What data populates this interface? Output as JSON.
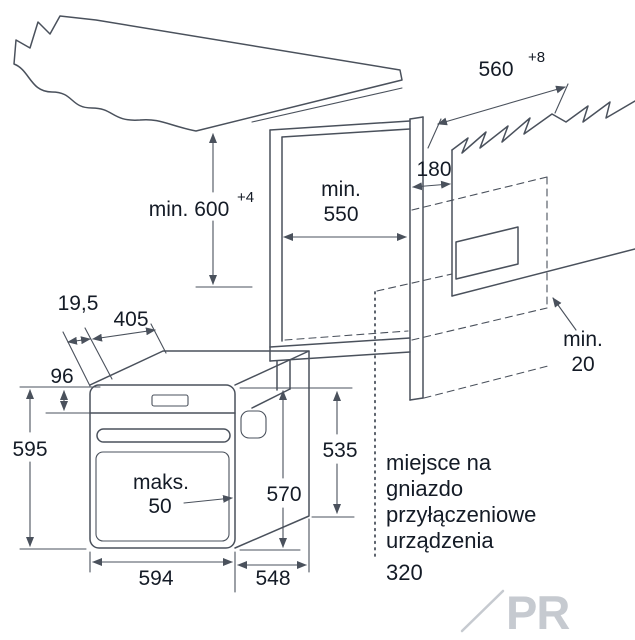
{
  "colors": {
    "line": "#4a515c",
    "text": "#141b26",
    "watermark": "#c6cad0"
  },
  "top_section": {
    "niche_width": {
      "value": "560",
      "tolerance": "+8"
    },
    "niche_height": {
      "value": "min. 600",
      "tolerance": "+4"
    },
    "niche_depth": {
      "word": "min.",
      "value": "550"
    },
    "socket_zone_offset": "180",
    "rear_gap": {
      "word": "min.",
      "value": "20"
    }
  },
  "oven_section": {
    "front_overhang": "19,5",
    "top_depth": "405",
    "panel_height": "96",
    "height": "595",
    "rear_height": "535",
    "front_height": "570",
    "width": "594",
    "depth": "548",
    "door_projection": {
      "word": "maks.",
      "value": "50"
    }
  },
  "note": {
    "line1": "miejsce na",
    "line2": "gniazdo",
    "line3": "przyłączeniowe",
    "line4": "urządzenia",
    "line5": "320"
  },
  "watermark": "PR"
}
